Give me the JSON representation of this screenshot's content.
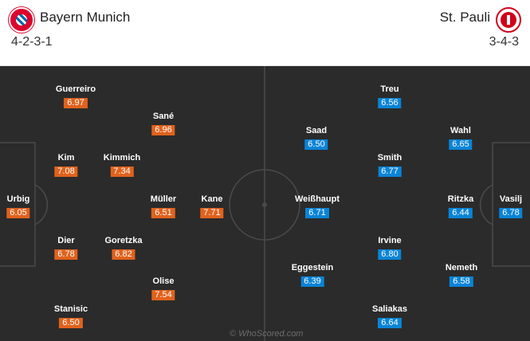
{
  "home": {
    "name": "Bayern Munich",
    "formation": "4-2-3-1",
    "crest_icon": "bayern-crest-icon",
    "rating_color": "#e0621d",
    "players": [
      {
        "name": "Guerreiro",
        "rating": "6.97"
      },
      {
        "name": "Sané",
        "rating": "6.96"
      },
      {
        "name": "Kim",
        "rating": "7.08"
      },
      {
        "name": "Kimmich",
        "rating": "7.34"
      },
      {
        "name": "Urbig",
        "rating": "6.05"
      },
      {
        "name": "Müller",
        "rating": "6.51"
      },
      {
        "name": "Kane",
        "rating": "7.71"
      },
      {
        "name": "Dier",
        "rating": "6.78"
      },
      {
        "name": "Goretzka",
        "rating": "6.82"
      },
      {
        "name": "Olise",
        "rating": "7.54"
      },
      {
        "name": "Stanisic",
        "rating": "6.50"
      }
    ]
  },
  "away": {
    "name": "St. Pauli",
    "formation": "3-4-3",
    "crest_icon": "st-pauli-crest-icon",
    "rating_color": "#0a84d6",
    "players": [
      {
        "name": "Treu",
        "rating": "6.56"
      },
      {
        "name": "Saad",
        "rating": "6.50"
      },
      {
        "name": "Wahl",
        "rating": "6.65"
      },
      {
        "name": "Smith",
        "rating": "6.77"
      },
      {
        "name": "Weißhaupt",
        "rating": "6.71"
      },
      {
        "name": "Ritzka",
        "rating": "6.44"
      },
      {
        "name": "Vasilj",
        "rating": "6.78"
      },
      {
        "name": "Irvine",
        "rating": "6.80"
      },
      {
        "name": "Eggestein",
        "rating": "6.39"
      },
      {
        "name": "Nemeth",
        "rating": "6.58"
      },
      {
        "name": "Saliakas",
        "rating": "6.64"
      }
    ]
  },
  "watermark": "© WhoScored.com"
}
